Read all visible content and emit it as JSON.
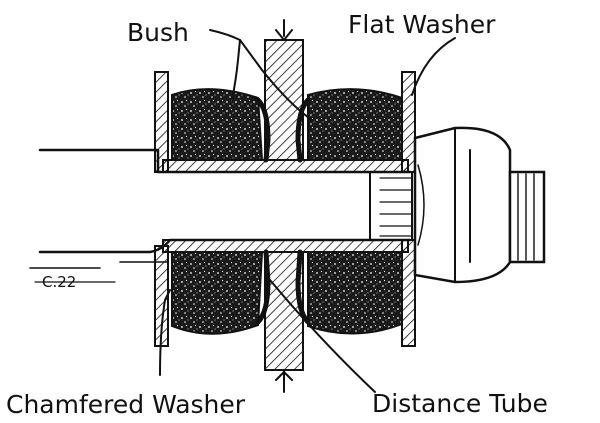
{
  "labels": {
    "bush": "Bush",
    "flat_washer": "Flat Washer",
    "chamfered_washer": "Chamfered Washer",
    "distance_tube": "Distance Tube",
    "code": "C.22"
  }
}
